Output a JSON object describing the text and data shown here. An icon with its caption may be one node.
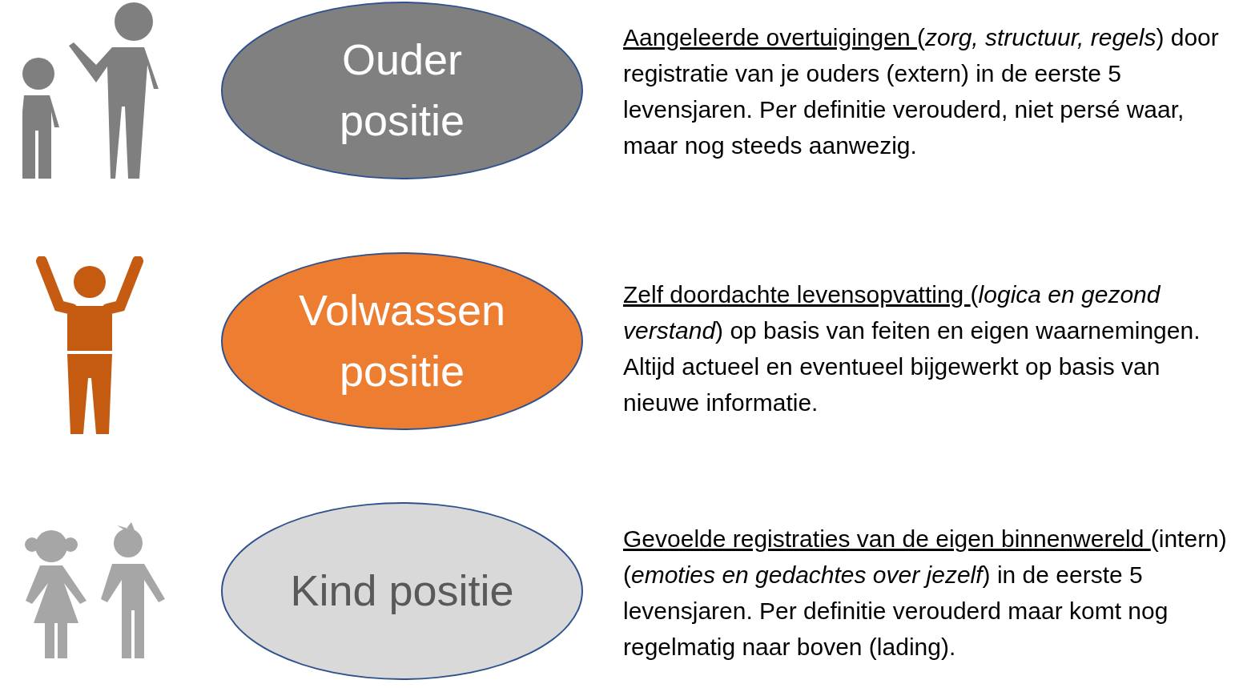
{
  "diagram": {
    "nodes": [
      {
        "text": [
          "Ouder positie"
        ],
        "beside": [
          "Aangeleerde overtuigingen",
          "(*zorg, structuur, regels*) door registratie van je ouders (extern) in de eerste 5 levensjaren. Per definitie verouderd, niet persé waar, maar nog steeds aanwezig."
        ]
      },
      {
        "text": [
          "Volwassen positie"
        ],
        "beside": [
          "Zelf doordachte levensopvatting",
          "(*logica en gezond verstand*) op basis van feiten en eigen waarnemingen. Altijd actueel en eventueel bijgewerkt op basis van nieuwe informatie."
        ]
      },
      {
        "text": [
          "Kind positie"
        ],
        "beside": [
          "Gevoelde registraties van de eigen binnenwereld",
          "(intern) (*emoties en gedachtes over jezelf*) in de eerste 5 levensjaren. Per definitie verouderd maar komt nog regelmatig naar boven (lading)."
        ]
      }
    ]
  }
}
